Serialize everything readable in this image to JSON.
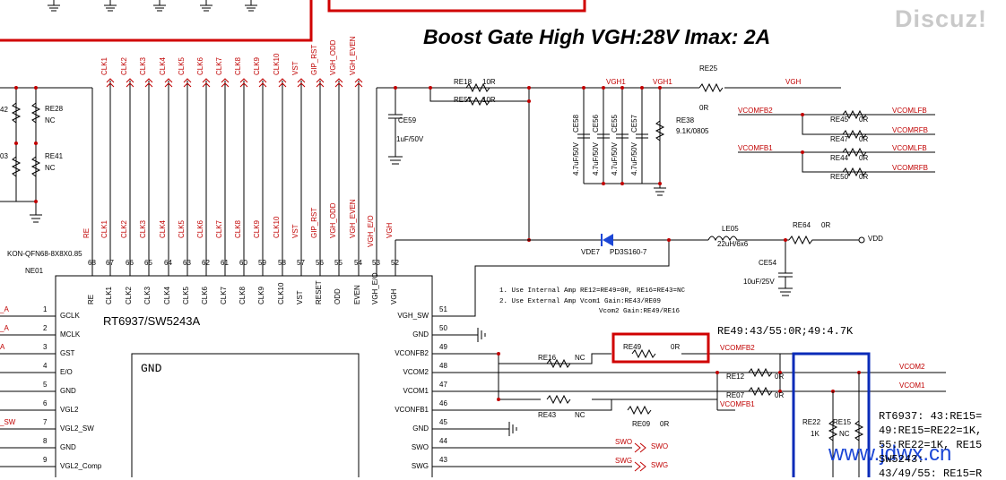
{
  "title": "Boost Gate High VGH:28V   Imax: 2A",
  "logo": "Discuz!",
  "watermark": "www.jdwx.cn",
  "chip": {
    "name": "RT6937/SW5243A",
    "ref": "NE01",
    "package": "KON-QFN68-8X8X0.85",
    "gnd_box_label": "GND"
  },
  "top_pins": [
    {
      "num": "68",
      "name": "RE",
      "net": ""
    },
    {
      "num": "67",
      "name": "CLK1",
      "net": "CLK1"
    },
    {
      "num": "66",
      "name": "CLK2",
      "net": "CLK2"
    },
    {
      "num": "65",
      "name": "CLK3",
      "net": "CLK3"
    },
    {
      "num": "64",
      "name": "CLK4",
      "net": "CLK4"
    },
    {
      "num": "63",
      "name": "CLK5",
      "net": "CLK5"
    },
    {
      "num": "62",
      "name": "CLK6",
      "net": "CLK6"
    },
    {
      "num": "61",
      "name": "CLK7",
      "net": "CLK7"
    },
    {
      "num": "60",
      "name": "CLK8",
      "net": "CLK8"
    },
    {
      "num": "59",
      "name": "CLK9",
      "net": "CLK9"
    },
    {
      "num": "58",
      "name": "CLK10",
      "net": "CLK10"
    },
    {
      "num": "57",
      "name": "VST",
      "net": "VST"
    },
    {
      "num": "56",
      "name": "RESET",
      "net": "GIP_RST"
    },
    {
      "num": "55",
      "name": "ODD",
      "net": "VGH_ODD"
    },
    {
      "num": "54",
      "name": "EVEN",
      "net": "VGH_EVEN"
    },
    {
      "num": "53",
      "name": "VGH_E/O",
      "net": ""
    },
    {
      "num": "52",
      "name": "VGH",
      "net": ""
    }
  ],
  "left_pins": [
    {
      "num": "1",
      "name": "GCLK",
      "ext": "_A"
    },
    {
      "num": "2",
      "name": "MCLK",
      "ext": "_A"
    },
    {
      "num": "3",
      "name": "GST",
      "ext": "A"
    },
    {
      "num": "4",
      "name": "E/O",
      "ext": ""
    },
    {
      "num": "5",
      "name": "GND",
      "ext": ""
    },
    {
      "num": "6",
      "name": "VGL2",
      "ext": ""
    },
    {
      "num": "7",
      "name": "VGL2_SW",
      "ext": "_SW"
    },
    {
      "num": "8",
      "name": "GND",
      "ext": ""
    },
    {
      "num": "9",
      "name": "VGL2_Comp",
      "ext": ""
    }
  ],
  "right_pins": [
    {
      "num": "51",
      "name": "VGH_SW"
    },
    {
      "num": "50",
      "name": "GND"
    },
    {
      "num": "49",
      "name": "VCONFB2"
    },
    {
      "num": "48",
      "name": "VCOM2"
    },
    {
      "num": "47",
      "name": "VCOM1"
    },
    {
      "num": "46",
      "name": "VCONFB1"
    },
    {
      "num": "45",
      "name": "GND"
    },
    {
      "num": "44",
      "name": "SWO"
    },
    {
      "num": "43",
      "name": "SWG"
    }
  ],
  "left_components": {
    "re28": {
      "ref": "RE28",
      "value": "NC"
    },
    "re41": {
      "ref": "RE41",
      "value": "NC"
    },
    "left_fragments": [
      "42",
      "03"
    ]
  },
  "vgh_section": {
    "re18": {
      "ref": "RE18",
      "value": "10R"
    },
    "re57": {
      "ref": "RE57",
      "value": "10R"
    },
    "ce59": {
      "ref": "CE59",
      "value": "1uF/50V"
    },
    "vgh1_a": "VGH1",
    "vgh1_b": "VGH1",
    "caps": [
      {
        "ref": "CE58",
        "value": "4.7uF/50V"
      },
      {
        "ref": "CE56",
        "value": "4.7uF/50V"
      },
      {
        "ref": "CE55",
        "value": "4.7uF/50V"
      },
      {
        "ref": "CE57",
        "value": "4.7uF/50V"
      }
    ],
    "re38": {
      "ref": "RE38",
      "value": "9.1K/0805"
    },
    "re25": {
      "ref": "RE25",
      "value": "0R"
    },
    "vgh_net": "VGH"
  },
  "vcom_section": {
    "vcomfb2": "VCOMFB2",
    "vcomfb1": "VCOMFB1",
    "re45": {
      "ref": "RE45",
      "value": "0R",
      "net": "VCOMLFB"
    },
    "re47": {
      "ref": "RE47",
      "value": "0R",
      "net": "VCOMRFB"
    },
    "re44": {
      "ref": "RE44",
      "value": "0R",
      "net": "VCOMLFB"
    },
    "re50": {
      "ref": "RE50",
      "value": "0R",
      "net": "VCOMRFB"
    }
  },
  "boost": {
    "diode": {
      "ref": "VDE7",
      "value": "PD3S160-7"
    },
    "inductor": {
      "ref": "LE05",
      "value": "22uH/6x6"
    },
    "re64": {
      "ref": "RE64",
      "value": "0R"
    },
    "vdd_net": "VDD",
    "ce54": {
      "ref": "CE54",
      "value": "10uF/25V"
    }
  },
  "notes": [
    "1. Use Internal Amp RE12=RE49=0R, RE16=RE43=NC",
    "2. Use External Amp Vcom1 Gain:RE43/RE09",
    "Vcom2 Gain:RE49/RE16"
  ],
  "selection_note": "RE49:43/55:0R;49:4.7K",
  "feedback": {
    "re49": {
      "ref": "RE49",
      "value": "0R"
    },
    "vcomfb2_net": "VCOMFB2",
    "re16": {
      "ref": "RE16",
      "value": "NC"
    },
    "re12": {
      "ref": "RE12",
      "value": "0R"
    },
    "re07": {
      "ref": "RE07",
      "value": "0R"
    },
    "vcomfb1_net": "VCOMFB1",
    "re43": {
      "ref": "RE43",
      "value": "NC"
    },
    "re09": {
      "ref": "RE09",
      "value": "0R"
    },
    "vcom2_net": "VCOM2",
    "vcom1_net": "VCOM1",
    "re22": {
      "ref": "RE22",
      "value": "1K"
    },
    "re15": {
      "ref": "RE15",
      "value": "NC"
    }
  },
  "outputs": {
    "swo": "SWO",
    "swg": "SWG"
  },
  "side_notes": [
    "RT6937: 43:RE15=",
    "49:RE15=RE22=1K,",
    "55:RE22=1K, RE15",
    "SW5243:",
    "43/49/55: RE15=R"
  ],
  "colors": {
    "net_red": "#c00000",
    "highlight_red": "#d00000",
    "highlight_blue": "#0a2bb8",
    "watermark_blue": "#1b46d6"
  }
}
